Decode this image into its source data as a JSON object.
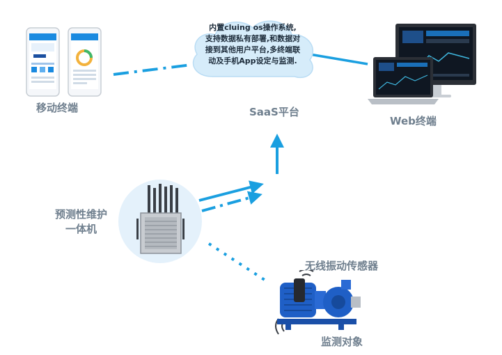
{
  "cloud": {
    "lines": [
      "内置cluing os操作系统,",
      "支持数据私有部署,和数据对",
      "接到其他用户平台,多终端联",
      "动及手机App设定与监测."
    ]
  },
  "labels": {
    "mobile": "移动终端",
    "web": "Web终端",
    "saas": "SaaS平台",
    "device_line1": "预测性维护",
    "device_line2": "一体机",
    "sensor": "无线振动传感器",
    "target": "监测对象"
  },
  "colors": {
    "accent": "#1a9fe0",
    "label_gray": "#6f7f8e",
    "cloud_fill": "#d6ecfa",
    "pump_blue": "#1f5fc6"
  },
  "icons": {
    "phones": "smartphone-icon",
    "monitors": "desktop-laptop-icon",
    "router": "router-device-icon",
    "pump": "motor-pump-icon",
    "sensor": "vibration-sensor-icon"
  }
}
